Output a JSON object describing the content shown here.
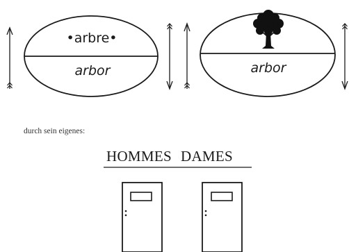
{
  "diagram": {
    "left_sign": {
      "signifie": "•arbre•",
      "signifiant": "arbor"
    },
    "right_sign": {
      "signifie_icon": "tree-icon",
      "signifiant": "arbor"
    },
    "caption": "durch sein eigenes:",
    "doors": {
      "left_label": "HOMMES",
      "right_label": "DAMES"
    }
  }
}
